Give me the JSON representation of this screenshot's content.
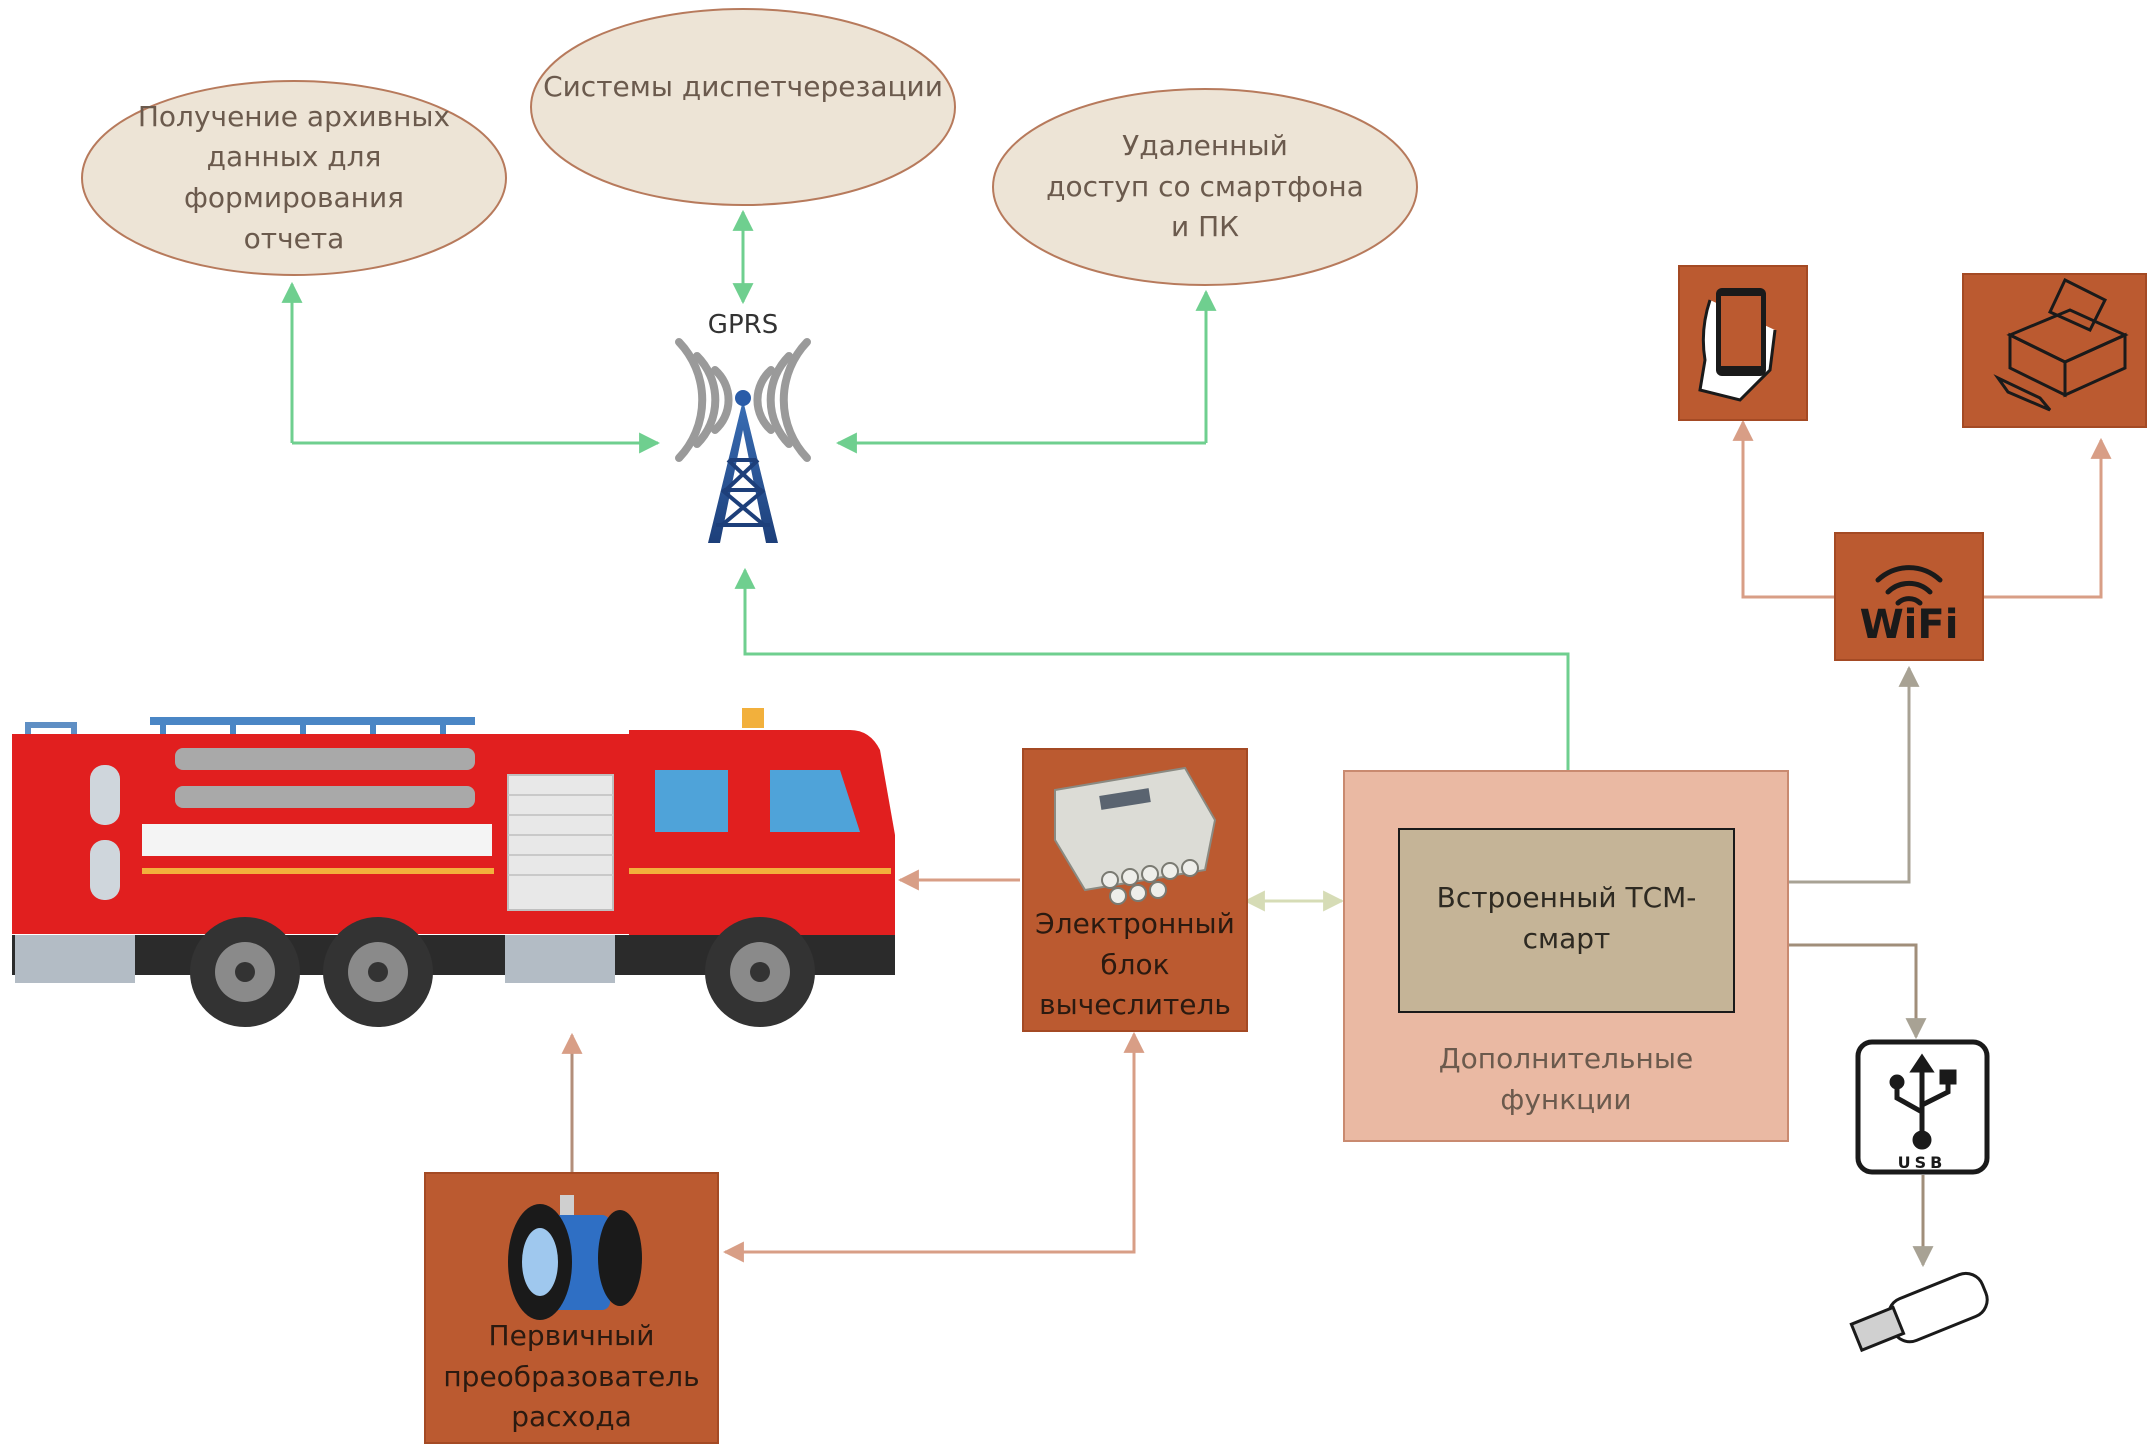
{
  "colors": {
    "ellipse_fill": "#ede4d6",
    "ellipse_stroke": "#b77a5c",
    "box_fill": "#bb5a30",
    "box_stroke": "#a44a24",
    "pink_box_fill": "#eab9a3",
    "inner_box_fill": "#c5b497",
    "green_arrow": "#6fcf8f",
    "brown_arrow": "#d89e86",
    "grey_arrow": "#a8a294"
  },
  "ellipses": {
    "archive": "Получение архивных\nданных для формирования\nотчета",
    "dispatch": "Системы диспетчерезации",
    "remote": "Удаленный\nдоступ со смартфона\nи ПК"
  },
  "gprs": {
    "label": "GPRS",
    "icon": "radio-tower-icon"
  },
  "devices": {
    "phone_icon": "smartphone-icon",
    "printer_icon": "printer-icon",
    "wifi_label": "WiFi",
    "usb_label": "USB",
    "flash_icon": "usb-flash-drive-icon"
  },
  "blocks": {
    "computer": "Электронный\nблок\nвычеслитель",
    "tsm": "Встроенный ТСМ-\nсмарт",
    "extra": "Дополнительные\nфункции",
    "sensor": "Первичный\nпреобразователь\nрасхода"
  },
  "truck_icon": "fire-truck-icon"
}
